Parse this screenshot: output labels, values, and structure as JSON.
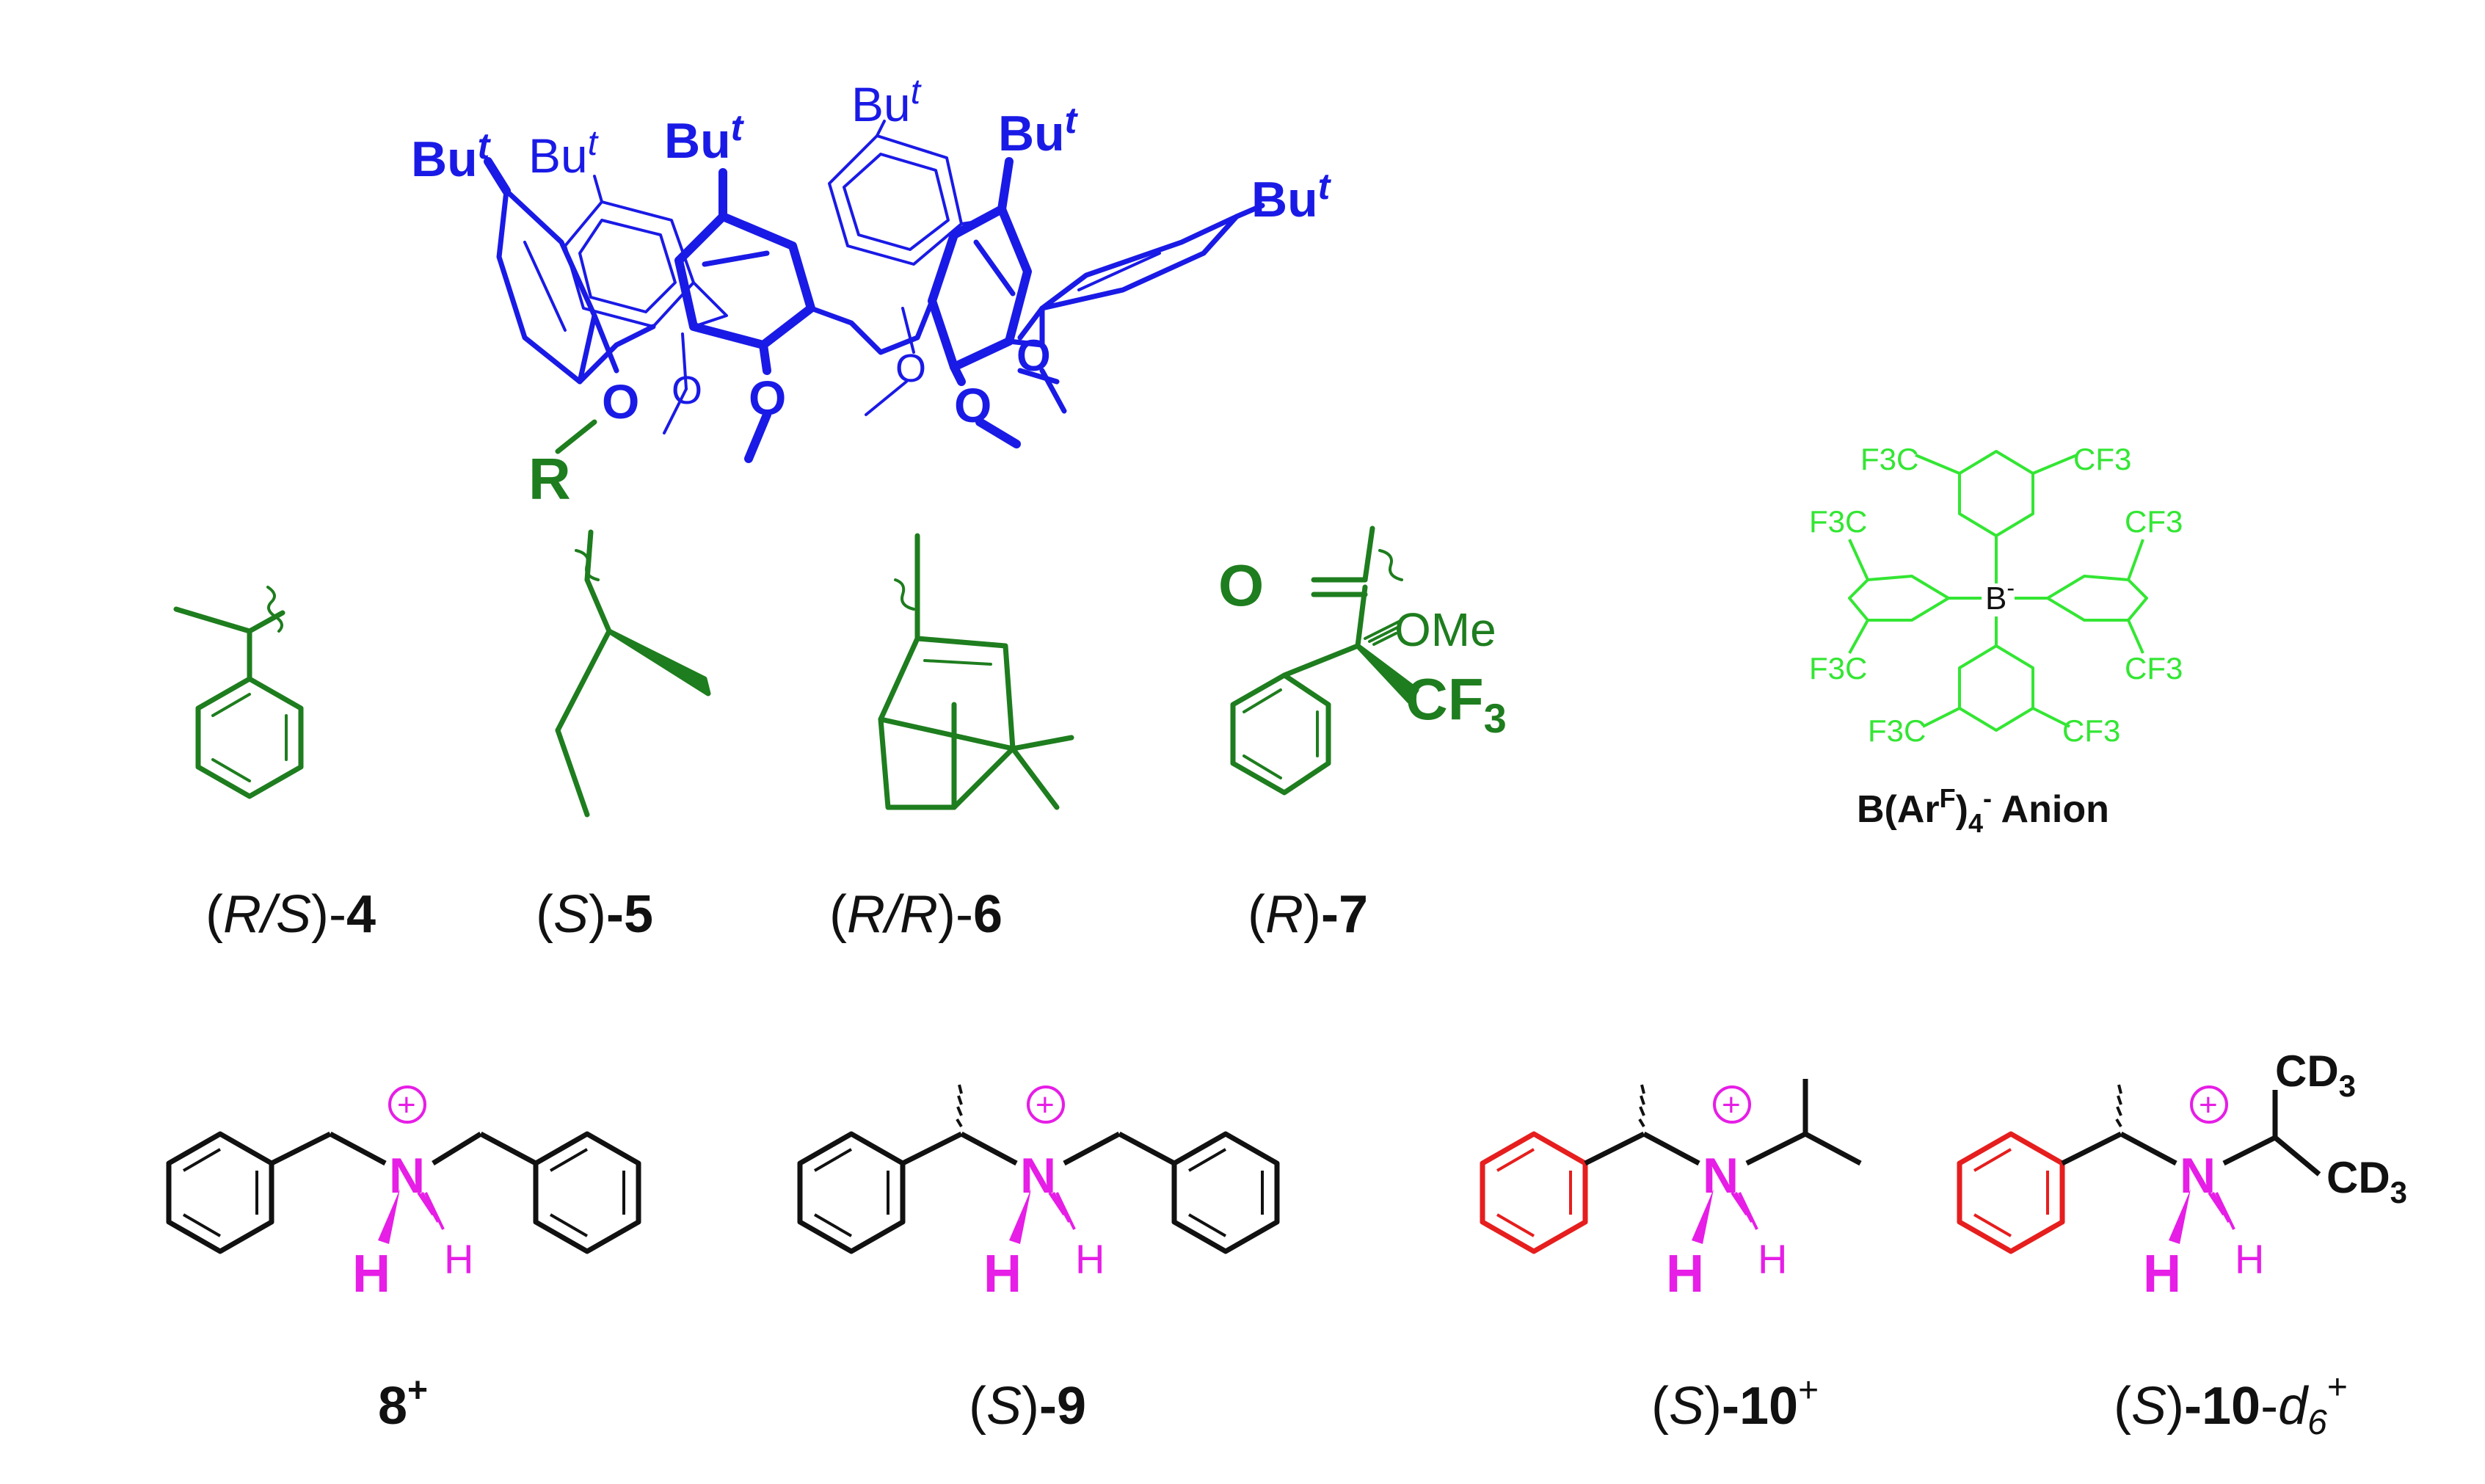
{
  "colors": {
    "calixarene": "#1a1ae6",
    "substituent": "#1e7d1e",
    "anion": "#33e633",
    "ammonium": "#e61ee6",
    "ammonium_phenyl": "#e61e1e",
    "plain": "#111111"
  },
  "calixarene": {
    "bu_labels": [
      "Bu",
      "Bu",
      "Bu",
      "Bu",
      "Bu",
      "Bu"
    ],
    "bu_sup": "t",
    "oxygen": "O",
    "r_group": "R"
  },
  "substituents": [
    {
      "cfg": "R/S",
      "num": "4"
    },
    {
      "cfg": "S",
      "num": "5"
    },
    {
      "cfg": "R/R",
      "num": "6"
    },
    {
      "cfg": "R",
      "num": "7",
      "ketone_o": "O",
      "ome": "OMe",
      "cf3": "CF",
      "cf3_sub": "3"
    }
  ],
  "anion": {
    "boron": "B",
    "boron_charge": "-",
    "cf3_left": "F3C",
    "cf3_right": "CF3",
    "caption_main": "B(Ar",
    "caption_sup": "F",
    "caption_close": ")",
    "caption_sub": "4",
    "caption_charge": "-",
    "caption_word": " Anion"
  },
  "ammonium": {
    "n": "N",
    "h": "H",
    "plus": "+",
    "cd3": "CD",
    "cd3_sub": "3"
  },
  "captions": {
    "c8": {
      "num": "8",
      "sup": "+"
    },
    "c9": {
      "cfg": "S",
      "num": "9"
    },
    "c10": {
      "cfg": "S",
      "num": "10",
      "sup": "+"
    },
    "c10d6": {
      "cfg": "S",
      "num": "10",
      "d": "d",
      "d_sub": "6",
      "sup": "+"
    }
  }
}
